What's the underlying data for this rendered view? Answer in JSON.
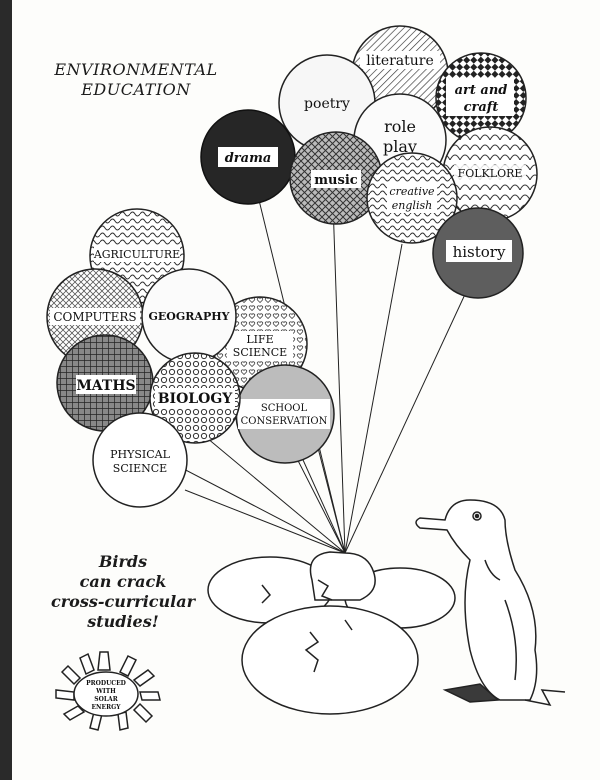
{
  "title": {
    "line1": "ENVIRONMENTAL",
    "line2": "EDUCATION"
  },
  "slogan": {
    "line1": "Birds",
    "line2": "can crack",
    "line3": "cross-curricular",
    "line4": "studies!"
  },
  "sun_badge": {
    "line1": "PRODUCED",
    "line2": "WITH",
    "line3": "SOLAR",
    "line4": "ENERGY"
  },
  "balloons": {
    "literature": "literature",
    "poetry": "poetry",
    "art_line1": "art and",
    "art_line2": "craft",
    "drama": "drama",
    "role_line1": "role",
    "role_line2": "play",
    "music": "music",
    "folklore": "FOLKLORE",
    "creative_line1": "creative",
    "creative_line2": "english",
    "history": "history",
    "agriculture": "AGRICULTURE",
    "computers": "COMPUTERS",
    "geography": "GEOGRAPHY",
    "life_line1": "LIFE",
    "life_line2": "SCIENCE",
    "maths": "MATHS",
    "biology": "BIOLOGY",
    "school_line1": "SCHOOL",
    "school_line2": "CONSERVATION",
    "physical_line1": "PHYSICAL",
    "physical_line2": "SCIENCE"
  }
}
